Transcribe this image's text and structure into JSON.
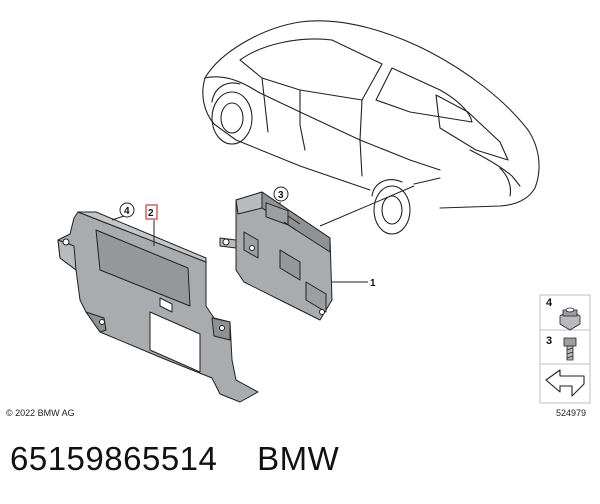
{
  "callouts": {
    "part_1": "1",
    "part_2": "2",
    "part_3": "3",
    "part_4": "4"
  },
  "legend": {
    "item_4": "4",
    "item_3": "3"
  },
  "copyright": "© 2022 BMW AG",
  "diagram_number": "524979",
  "caption": {
    "part_number": "65159865514",
    "brand": "BMW"
  },
  "colors": {
    "part_fill": "#a9abae",
    "part_dark": "#8f9194",
    "outline": "#222222",
    "highlight_box": "#d9534f"
  }
}
